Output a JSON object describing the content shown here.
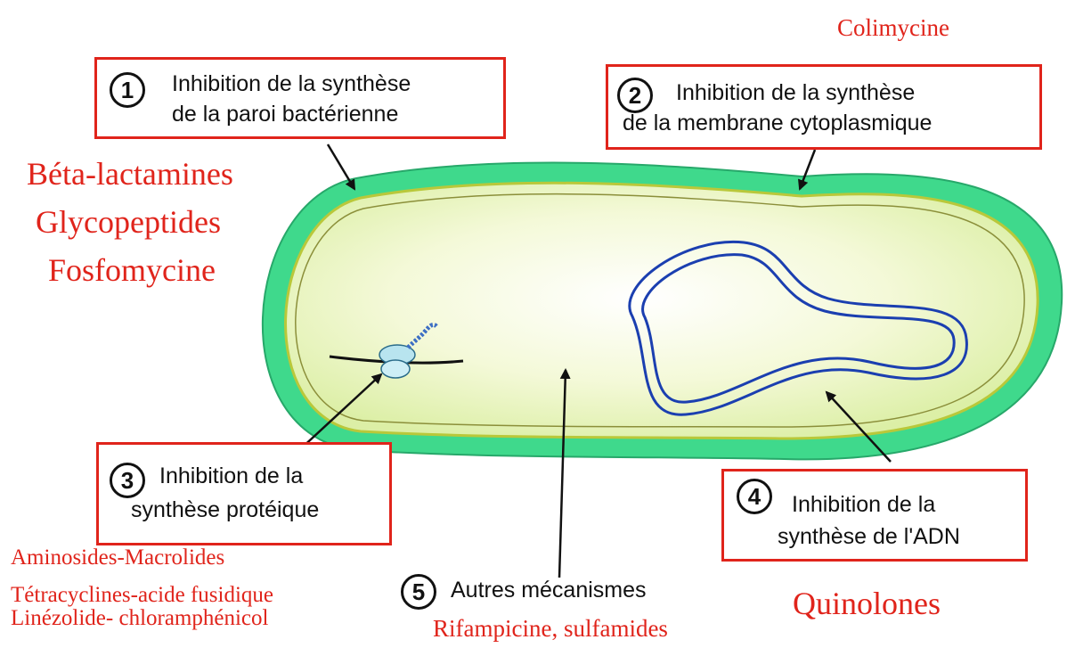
{
  "mechanisms": [
    {
      "number": "1",
      "line1": "Inhibition de la synthèse",
      "line2": "de la paroi bactérienne"
    },
    {
      "number": "2",
      "line1": "Inhibition de la synthèse",
      "line2": "de la membrane cytoplasmique"
    },
    {
      "number": "3",
      "line1": "Inhibition de la",
      "line2": "synthèse protéique"
    },
    {
      "number": "4",
      "line1": "Inhibition de la",
      "line2": "synthèse de l'ADN"
    },
    {
      "number": "5",
      "label": "Autres mécanismes"
    }
  ],
  "drugs": {
    "wall": [
      "Béta-lactamines",
      "Glycopeptides",
      "Fosfomycine"
    ],
    "membrane": "Colimycine",
    "protein": [
      "Aminosides-Macrolides",
      "Tétracyclines-acide fusidique",
      "Linézolide- chloramphénicol"
    ],
    "dna": "Quinolones",
    "other": "Rifampicine, sulfamides"
  },
  "colors": {
    "box_border": "#e0241b",
    "drug_text": "#e0241b",
    "cell_wall": "#3fd98c",
    "cytoplasm": "#eef6c4",
    "dna": "#1b3fb0"
  }
}
